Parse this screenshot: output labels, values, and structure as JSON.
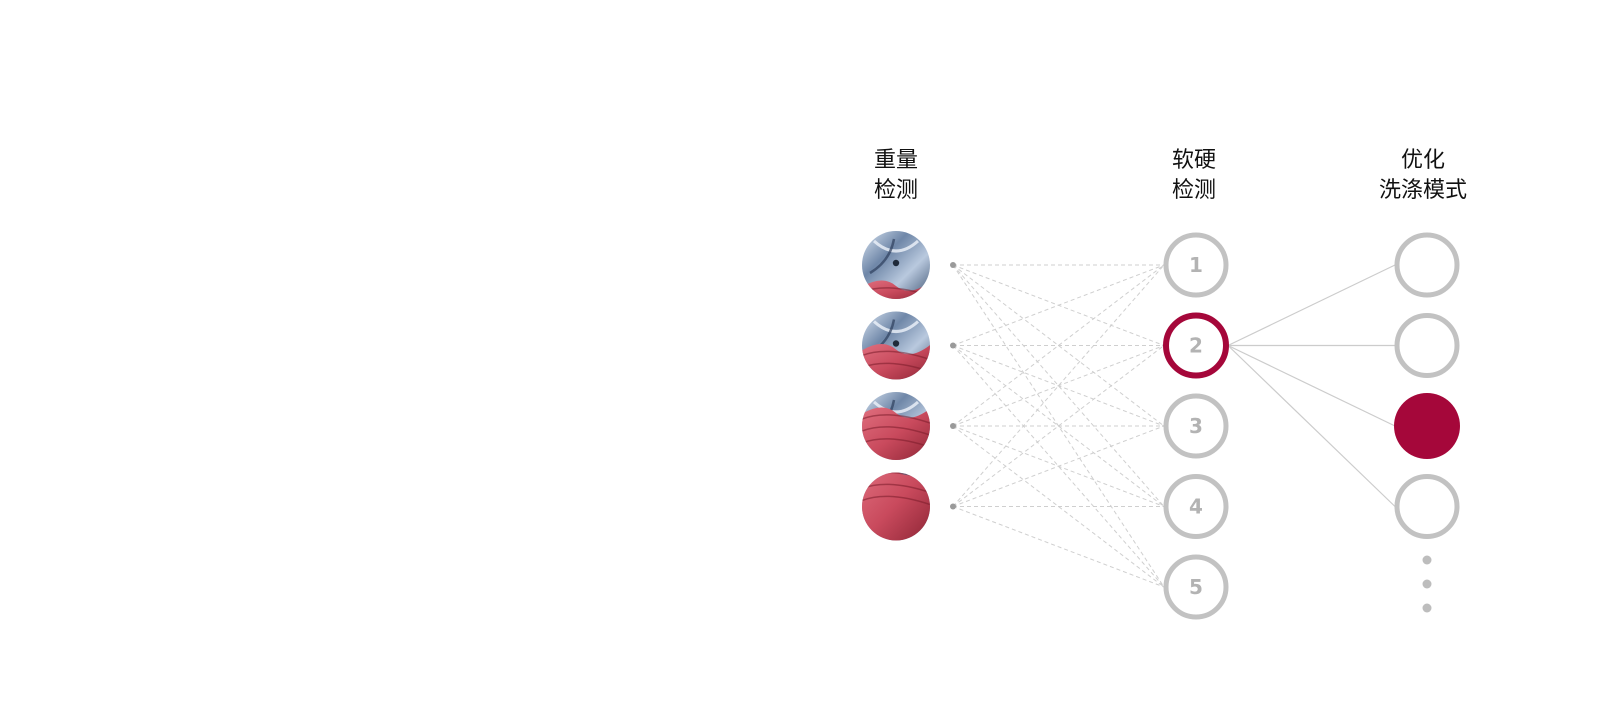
{
  "columns": {
    "weight": {
      "line1": "重量",
      "line2": "检测"
    },
    "hardness": {
      "line1": "软硬",
      "line2": "检测"
    },
    "mode": {
      "line1": "优化",
      "line2": "洗涤模式"
    }
  },
  "weight_levels": [
    {
      "icon": "drum-small-load-icon",
      "load": 0.25
    },
    {
      "icon": "drum-medium-load-icon",
      "load": 0.5
    },
    {
      "icon": "drum-large-load-icon",
      "load": 0.75
    },
    {
      "icon": "drum-full-load-icon",
      "load": 1.0
    }
  ],
  "hardness_levels": [
    "1",
    "2",
    "3",
    "4",
    "5"
  ],
  "selected_hardness": "2",
  "mode_count": 4,
  "selected_mode_index": 2,
  "colors": {
    "accent": "#a5073a",
    "inactive_ring": "#c2c2c2",
    "inactive_text": "#b3b3b3",
    "dashed_line": "#cfcfcf",
    "solid_line": "#cccccc",
    "dot": "#bdbdbd",
    "fabric": "#c94a5d",
    "drum": "#6f87a8"
  }
}
